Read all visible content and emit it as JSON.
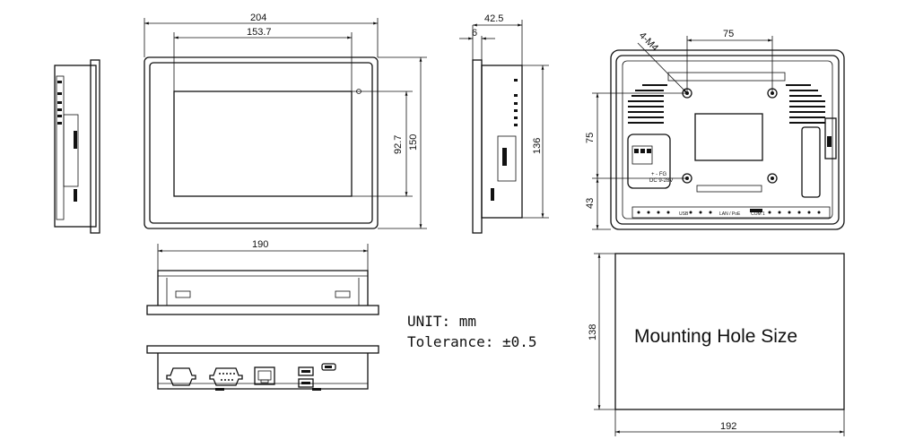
{
  "front_view": {
    "width_label": "204",
    "screen_width_label": "153.7",
    "screen_height_label": "92.7",
    "height_label": "150"
  },
  "side_view": {
    "depth_label": "42.5",
    "bezel_label": "6",
    "height_label": "136"
  },
  "rear_view": {
    "hole_spacing_label": "75",
    "hole_callout": "4-M4",
    "vertical_spacing_label": "75",
    "bottom_offset_label": "43",
    "power_label_1": "+ - FG",
    "power_label_2": "DC 9-28V",
    "port_label_usb": "USB",
    "port_label_lan": "LAN / PoE",
    "port_label_com": "COM 1"
  },
  "top_view": {
    "width_label": "190"
  },
  "notes": {
    "unit": "UNIT: mm",
    "tolerance": "Tolerance: ±0.5"
  },
  "cutout": {
    "title": "Mounting Hole Size",
    "height_label": "138",
    "width_label": "192"
  }
}
